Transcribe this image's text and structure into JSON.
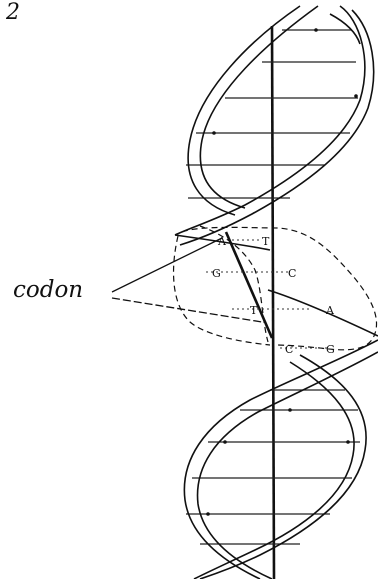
{
  "figure": {
    "number": "2",
    "label": "codon",
    "bases": {
      "left_top": "A",
      "left_mid": "G",
      "left_low": "T",
      "right_top": "T",
      "right_mid": "C",
      "right_low": "A",
      "bottom_c": "C",
      "bottom_g": "G"
    }
  }
}
